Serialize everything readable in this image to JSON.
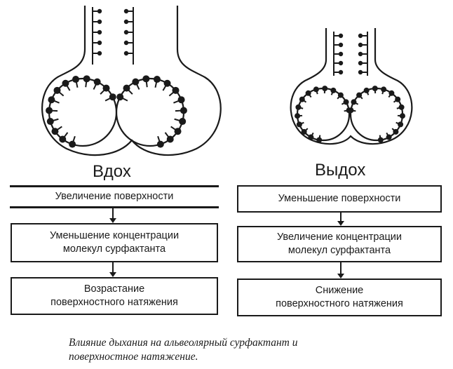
{
  "left": {
    "heading": "Вдох",
    "steps": [
      [
        "Увеличение поверхности"
      ],
      [
        "Уменьшение концентрации",
        "молекул сурфактанта"
      ],
      [
        "Возрастание",
        "поверхностного натяжения"
      ]
    ]
  },
  "right": {
    "heading": "Выдох",
    "steps": [
      [
        "Уменьшение поверхности"
      ],
      [
        "Увеличение концентрации",
        "молекул сурфактанта"
      ],
      [
        "Снижение",
        "поверхностного натяжения"
      ]
    ]
  },
  "caption": {
    "line1": "Влияние дыхания на альвеолярный сурфактант и",
    "line2": "поверхностное натяжение."
  },
  "colors": {
    "ink": "#1a1a1a",
    "background": "#ffffff"
  },
  "icons": [
    "alveoli-inspiration-icon",
    "alveoli-expiration-icon"
  ]
}
